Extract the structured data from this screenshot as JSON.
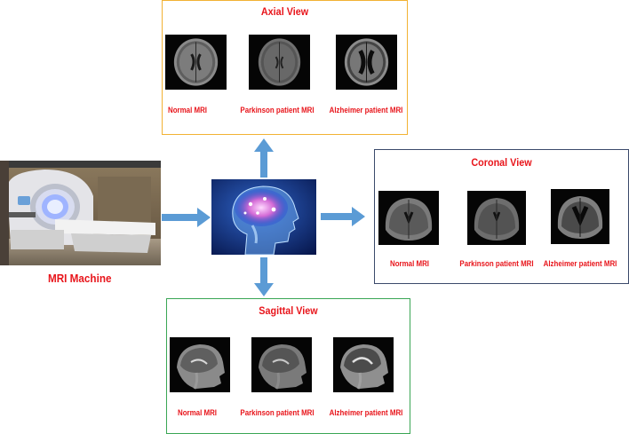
{
  "axial": {
    "title": "Axial View",
    "captions": [
      "Normal MRI",
      "Parkinson patient MRI",
      "Alzheimer patient MRI"
    ],
    "border_color": "#f2b233"
  },
  "coronal": {
    "title": "Coronal View",
    "captions": [
      "Normal MRI",
      "Parkinson patient MRI",
      "Alzheimer patient MRI"
    ],
    "border_color": "#3b4a6b"
  },
  "sagittal": {
    "title": "Sagittal View",
    "captions": [
      "Normal MRI",
      "Parkinson patient MRI",
      "Alzheimer patient MRI"
    ],
    "border_color": "#3aa655"
  },
  "machine": {
    "label": "MRI Machine"
  },
  "colors": {
    "label_red": "#e8151b",
    "arrow_blue": "#5b9bd5",
    "brain_bg": "#0b2a6b"
  }
}
